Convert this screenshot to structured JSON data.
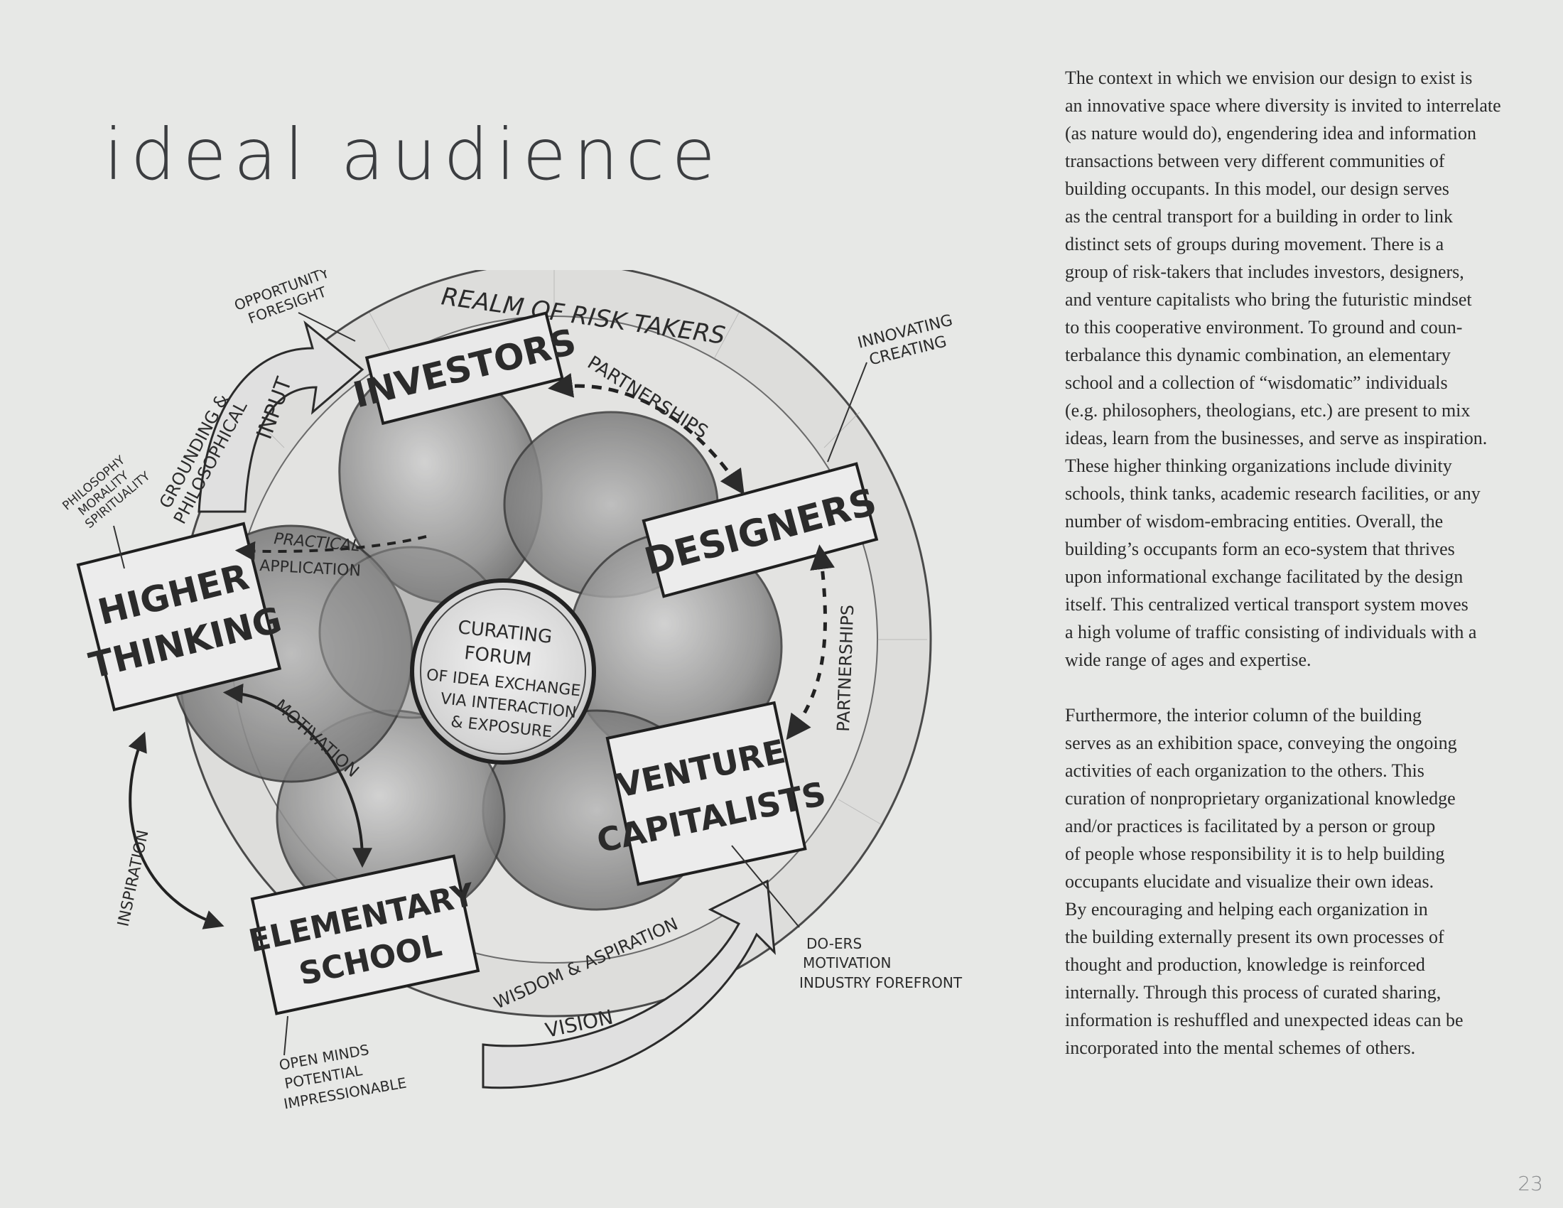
{
  "title": "ideal audience",
  "page_number": "23",
  "paragraphs": [
    "The context in which we envision our design to exist is\nan innovative space where diversity is invited to interrelate\n(as nature would do), engendering idea and information\ntransactions between very different communities of\nbuilding occupants. In this model, our design serves\nas the central transport for a building in order to link\ndistinct sets of groups during movement. There is a\ngroup of risk-takers that includes investors, designers,\nand venture capitalists who bring the futuristic mindset\nto this cooperative environment. To ground and coun-\nterbalance this dynamic combination, an elementary\nschool and a collection of “wisdomatic” individuals\n(e.g. philosophers, theologians, etc.) are present to mix\nideas, learn from the businesses, and serve as inspiration.\nThese higher thinking organizations include divinity\nschools, think tanks, academic research facilities, or any\nnumber of wisdom-embracing entities. Overall, the\nbuilding’s occupants form an eco-system that thrives\nupon informational exchange facilitated by the design\nitself. This centralized vertical transport system moves\na high volume of traffic consisting of individuals with a\nwide range of ages and expertise.",
    "Furthermore, the interior column of the building\nserves as an exhibition space, conveying the ongoing\nactivities of each organization to the others. This\ncuration of nonproprietary organizational knowledge\nand/or practices is facilitated by a person or group\nof people whose responsibility it is to help building\noccupants elucidate and visualize their own ideas.\nBy encouraging and helping each organization in\nthe building externally present its own processes of\nthought and production, knowledge is reinforced\ninternally. Through this process of curated sharing,\ninformation is reshuffled and unexpected ideas can be\nincorporated into the mental schemes of others."
  ],
  "sketch": {
    "realm": "REALM OF RISK TAKERS",
    "investors": "INVESTORS",
    "designers": "DESIGNERS",
    "venture_line1": "VENTURE",
    "venture_line2": "CAPITALISTS",
    "elementary_line1": "ELEMENTARY",
    "elementary_line2": "SCHOOL",
    "higher_line1": "HIGHER",
    "higher_line2": "THINKING",
    "center_line1": "CURATING",
    "center_line2": "FORUM",
    "center_line3": "OF IDEA EXCHANGE",
    "center_line4": "VIA INTERACTION",
    "center_line5": "& EXPOSURE",
    "opportunity_line1": "OPPORTUNITY",
    "opportunity_line2": "FORESIGHT",
    "innovating_line1": "INNOVATING",
    "innovating_line2": "CREATING",
    "philosophy_line1": "PHILOSOPHY",
    "philosophy_line2": "MORALITY",
    "philosophy_line3": "SPIRITUALITY",
    "grounding_line1": "GROUNDING &",
    "grounding_line2": "PHILOSOPHICAL",
    "input": "INPUT",
    "partnerships_top": "PARTNERSHIPS",
    "partnerships_right": "PARTNERSHIPS",
    "practical_line1": "PRACTICAL",
    "practical_line2": "APPLICATION",
    "motivation": "MOTIVATION",
    "inspiration": "INSPIRATION",
    "wisdom_aspiration": "WISDOM & ASPIRATION",
    "vision": "VISION",
    "doers_line1": "DO-ERS",
    "doers_line2": "MOTIVATION",
    "doers_line3": "INDUSTRY FOREFRONT",
    "open_line1": "OPEN MINDS",
    "open_line2": "POTENTIAL",
    "open_line3": "IMPRESSIONABLE"
  }
}
